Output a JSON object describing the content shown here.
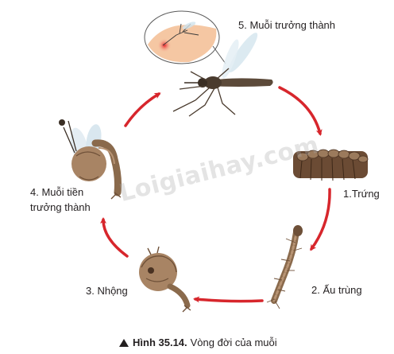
{
  "stages": [
    {
      "id": "egg",
      "label": "1.Trứng"
    },
    {
      "id": "larva",
      "label": "2. Ấu trùng"
    },
    {
      "id": "pupa",
      "label": "3. Nhộng"
    },
    {
      "id": "pre-adult",
      "label_line1": "4. Muỗi tiền",
      "label_line2": "trưởng thành"
    },
    {
      "id": "adult",
      "label": "5. Muỗi trưởng thành"
    }
  ],
  "caption": {
    "figure": "Hình 35.14.",
    "text": "Vòng đời của muỗi"
  },
  "watermark": "Loigiaihay.com",
  "colors": {
    "arrow": "#d7262c",
    "text": "#231f20",
    "body": "#8a6a4c",
    "egg": "#6b4b34",
    "skin": "#f7c9a7"
  },
  "icons": [
    "triangle-up-icon",
    "mosquito-icon",
    "egg-raft-icon",
    "larva-icon",
    "pupa-icon",
    "emerging-mosquito-icon",
    "skin-bite-icon"
  ]
}
